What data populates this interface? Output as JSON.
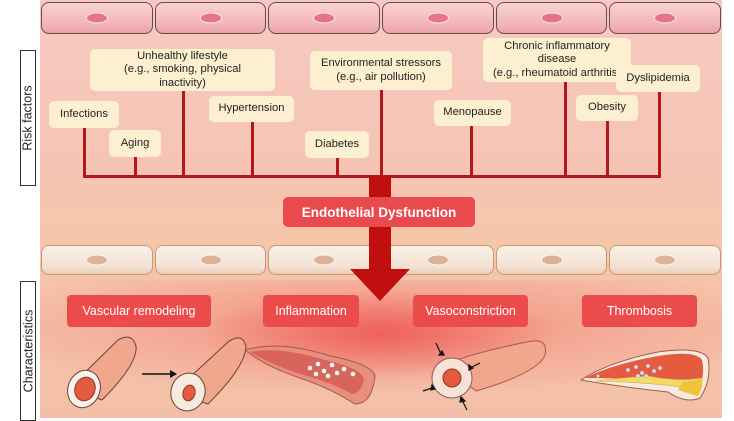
{
  "side_labels": {
    "risk_factors": "Risk factors",
    "characteristics": "Characteristics"
  },
  "risk_factors": [
    {
      "id": "infections",
      "label": "Infections"
    },
    {
      "id": "aging",
      "label": "Aging"
    },
    {
      "id": "unhealthy-lifestyle",
      "label": "Unhealthy lifestyle (e.g., smoking, physical inactivity)",
      "lines": [
        "Unhealthy lifestyle",
        "(e.g., smoking, physical",
        "inactivity)"
      ]
    },
    {
      "id": "hypertension",
      "label": "Hypertension"
    },
    {
      "id": "diabetes",
      "label": "Diabetes"
    },
    {
      "id": "environmental-stressors",
      "label": "Environmental stressors (e.g., air pollution)",
      "lines": [
        "Environmental stressors",
        "(e.g., air pollution)"
      ]
    },
    {
      "id": "menopause",
      "label": "Menopause"
    },
    {
      "id": "chronic-inflammatory-disease",
      "label": "Chronic inflammatory disease (e.g., rheumatoid arthritis)",
      "lines": [
        "Chronic inflammatory",
        "disease",
        "(e.g., rheumatoid arthritis)"
      ]
    },
    {
      "id": "obesity",
      "label": "Obesity"
    },
    {
      "id": "dyslipidemia",
      "label": "Dyslipidemia"
    }
  ],
  "central": {
    "label": "Endothelial Dysfunction"
  },
  "characteristics": [
    {
      "id": "vascular-remodeling",
      "label": "Vascular remodeling"
    },
    {
      "id": "inflammation",
      "label": "Inflammation"
    },
    {
      "id": "vasoconstriction",
      "label": "Vasoconstriction"
    },
    {
      "id": "thrombosis",
      "label": "Thrombosis"
    }
  ],
  "colors": {
    "connector": "#b3161b",
    "arrow": "#c10f10",
    "label_box": "#e84a4e",
    "risk_box": "#fdf0d0"
  }
}
